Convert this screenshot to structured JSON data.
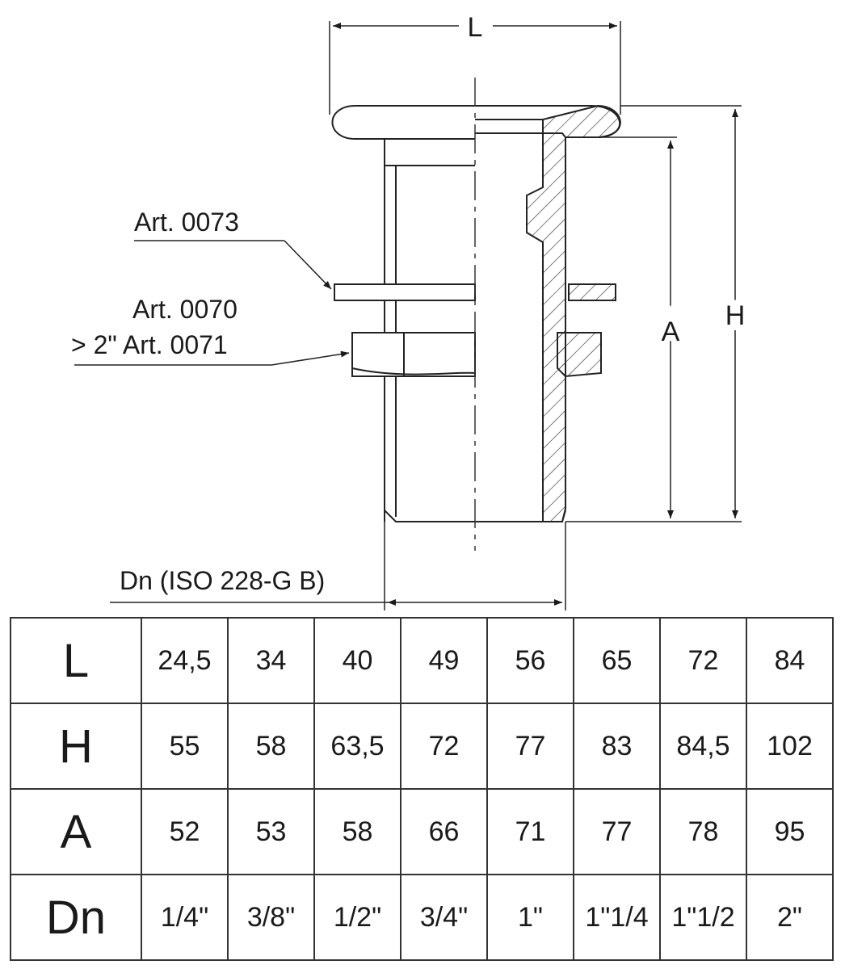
{
  "drawing": {
    "dim_L": "L",
    "dim_H": "H",
    "dim_A": "A",
    "dim_Dn": "Dn (ISO 228-G B)",
    "callout_washer": "Art. 0073",
    "callout_nut_line1": "Art. 0070",
    "callout_nut_line2": "> 2\" Art. 0071"
  },
  "table": {
    "rows": [
      {
        "label": "L",
        "values": [
          "24,5",
          "34",
          "40",
          "49",
          "56",
          "65",
          "72",
          "84"
        ]
      },
      {
        "label": "H",
        "values": [
          "55",
          "58",
          "63,5",
          "72",
          "77",
          "83",
          "84,5",
          "102"
        ]
      },
      {
        "label": "A",
        "values": [
          "52",
          "53",
          "58",
          "66",
          "71",
          "77",
          "78",
          "95"
        ]
      },
      {
        "label": "Dn",
        "values": [
          "1/4\"",
          "3/8\"",
          "1/2\"",
          "3/4\"",
          "1\"",
          "1\"1/4",
          "1\"1/2",
          "2\""
        ]
      }
    ]
  }
}
